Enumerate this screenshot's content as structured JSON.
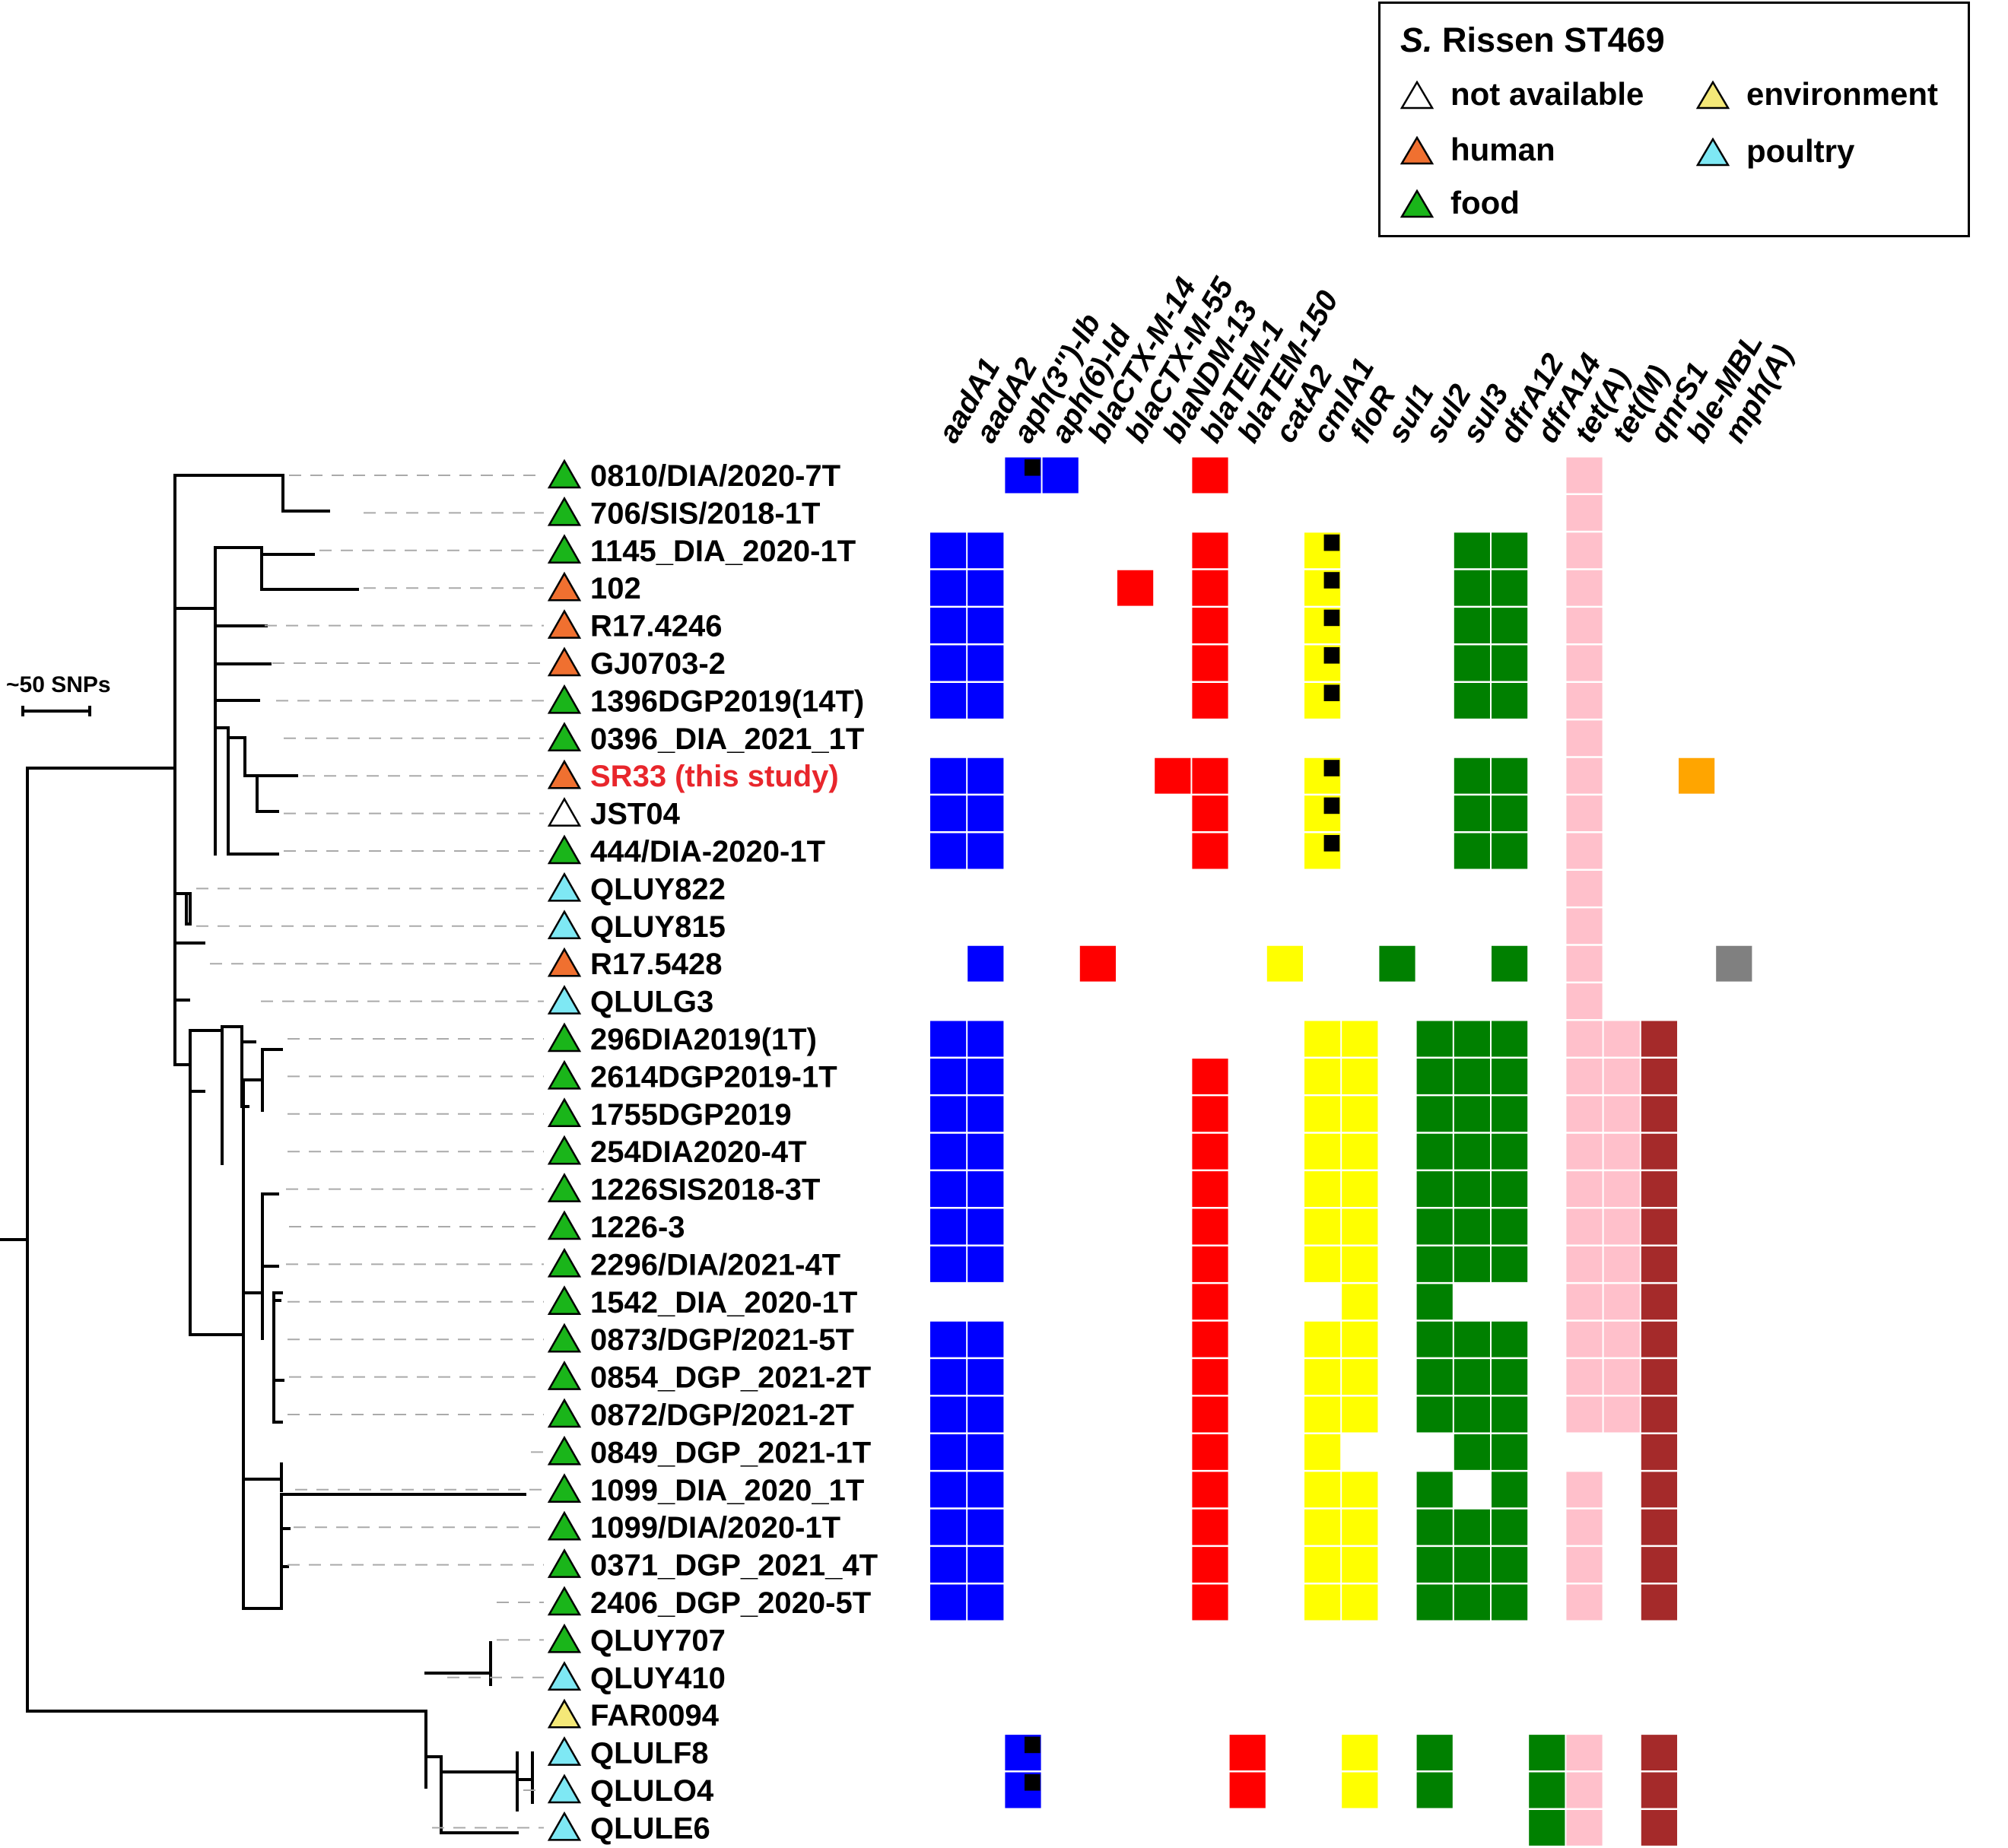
{
  "legend": {
    "title_italic": "S.",
    "title_rest": "Rissen ST469",
    "items": [
      {
        "label": "not available",
        "color": "#ffffff"
      },
      {
        "label": "environment",
        "color": "#f4e878"
      },
      {
        "label": "human",
        "color": "#f07030"
      },
      {
        "label": "poultry",
        "color": "#7ee8f4"
      },
      {
        "label": "food",
        "color": "#1ab51a"
      }
    ]
  },
  "scale": {
    "label": "~50 SNPs"
  },
  "highlight_color": "#e8262c",
  "source_colors": {
    "food": "#1ab51a",
    "human": "#f07030",
    "poultry": "#7ee8f4",
    "environment": "#f4e878",
    "na": "#ffffff"
  },
  "genes": [
    "aadA1",
    "aadA2",
    "aph(3'')-Ib",
    "aph(6)-Id",
    "blaCTX-M-14",
    "blaCTX-M-55",
    "blaNDM-13",
    "blaTEM-1",
    "blaTEM-150",
    "catA2",
    "cmlA1",
    "floR",
    "sul1",
    "sul2",
    "sul3",
    "dfrA12",
    "dfrA14",
    "tet(A)",
    "tet(M)",
    "qnrS1",
    "ble-MBL",
    "mph(A)"
  ],
  "gene_colors": [
    "#0000ff",
    "#0000ff",
    "#0000ff",
    "#0000ff",
    "#ff0000",
    "#ff0000",
    "#ff0000",
    "#ff0000",
    "#ff0000",
    "#ffff00",
    "#ffff00",
    "#ffff00",
    "#008000",
    "#008000",
    "#008000",
    "#008000",
    "#008000",
    "#ffc0cb",
    "#ffc0cb",
    "#a52a2a",
    "#ffa500",
    "#808080"
  ],
  "isolates": [
    {
      "name": "0810/DIA/2020-7T",
      "source": "food",
      "genes": [
        "aph(3'')-Ib",
        "aph(6)-Id",
        "blaTEM-1",
        "tet(A)"
      ],
      "marked": [
        "aph(3'')-Ib"
      ]
    },
    {
      "name": "706/SIS/2018-1T",
      "source": "food",
      "genes": [
        "tet(A)"
      ],
      "marked": []
    },
    {
      "name": "1145_DIA_2020-1T",
      "source": "food",
      "genes": [
        "aadA1",
        "aadA2",
        "blaTEM-1",
        "cmlA1",
        "sul3",
        "dfrA12",
        "tet(A)"
      ],
      "marked": [
        "cmlA1"
      ]
    },
    {
      "name": "102",
      "source": "human",
      "genes": [
        "aadA1",
        "aadA2",
        "blaCTX-M-55",
        "blaTEM-1",
        "cmlA1",
        "sul3",
        "dfrA12",
        "tet(A)"
      ],
      "marked": [
        "cmlA1"
      ]
    },
    {
      "name": "R17.4246",
      "source": "human",
      "genes": [
        "aadA1",
        "aadA2",
        "blaTEM-1",
        "cmlA1",
        "sul3",
        "dfrA12",
        "tet(A)"
      ],
      "marked": [
        "cmlA1"
      ]
    },
    {
      "name": "GJ0703-2",
      "source": "human",
      "genes": [
        "aadA1",
        "aadA2",
        "blaTEM-1",
        "cmlA1",
        "sul3",
        "dfrA12",
        "tet(A)"
      ],
      "marked": [
        "cmlA1"
      ]
    },
    {
      "name": "1396DGP2019(14T)",
      "source": "food",
      "genes": [
        "aadA1",
        "aadA2",
        "blaTEM-1",
        "cmlA1",
        "sul3",
        "dfrA12",
        "tet(A)"
      ],
      "marked": [
        "cmlA1"
      ]
    },
    {
      "name": "0396_DIA_2021_1T",
      "source": "food",
      "genes": [
        "tet(A)"
      ],
      "marked": []
    },
    {
      "name": "SR33 (this study)",
      "source": "human",
      "highlight": true,
      "genes": [
        "aadA1",
        "aadA2",
        "blaNDM-13",
        "blaTEM-1",
        "cmlA1",
        "sul3",
        "dfrA12",
        "tet(A)",
        "ble-MBL"
      ],
      "marked": [
        "cmlA1"
      ]
    },
    {
      "name": "JST04",
      "source": "na",
      "genes": [
        "aadA1",
        "aadA2",
        "blaTEM-1",
        "cmlA1",
        "sul3",
        "dfrA12",
        "tet(A)"
      ],
      "marked": [
        "cmlA1"
      ]
    },
    {
      "name": "444/DIA-2020-1T",
      "source": "food",
      "genes": [
        "aadA1",
        "aadA2",
        "blaTEM-1",
        "cmlA1",
        "sul3",
        "dfrA12",
        "tet(A)"
      ],
      "marked": [
        "cmlA1"
      ]
    },
    {
      "name": "QLUY822",
      "source": "poultry",
      "genes": [
        "tet(A)"
      ],
      "marked": []
    },
    {
      "name": "QLUY815",
      "source": "poultry",
      "genes": [
        "tet(A)"
      ],
      "marked": []
    },
    {
      "name": "R17.5428",
      "source": "human",
      "genes": [
        "aadA2",
        "blaCTX-M-14",
        "catA2",
        "sul1",
        "dfrA12",
        "tet(A)",
        "mph(A)"
      ],
      "marked": []
    },
    {
      "name": "QLULG3",
      "source": "poultry",
      "genes": [
        "tet(A)"
      ],
      "marked": []
    },
    {
      "name": "296DIA2019(1T)",
      "source": "food",
      "genes": [
        "aadA1",
        "aadA2",
        "cmlA1",
        "floR",
        "sul2",
        "sul3",
        "dfrA12",
        "tet(A)",
        "tet(M)",
        "qnrS1"
      ],
      "marked": []
    },
    {
      "name": "2614DGP2019-1T",
      "source": "food",
      "genes": [
        "aadA1",
        "aadA2",
        "blaTEM-1",
        "cmlA1",
        "floR",
        "sul2",
        "sul3",
        "dfrA12",
        "tet(A)",
        "tet(M)",
        "qnrS1"
      ],
      "marked": []
    },
    {
      "name": "1755DGP2019",
      "source": "food",
      "genes": [
        "aadA1",
        "aadA2",
        "blaTEM-1",
        "cmlA1",
        "floR",
        "sul2",
        "sul3",
        "dfrA12",
        "tet(A)",
        "tet(M)",
        "qnrS1"
      ],
      "marked": []
    },
    {
      "name": "254DIA2020-4T",
      "source": "food",
      "genes": [
        "aadA1",
        "aadA2",
        "blaTEM-1",
        "cmlA1",
        "floR",
        "sul2",
        "sul3",
        "dfrA12",
        "tet(A)",
        "tet(M)",
        "qnrS1"
      ],
      "marked": []
    },
    {
      "name": "1226SIS2018-3T",
      "source": "food",
      "genes": [
        "aadA1",
        "aadA2",
        "blaTEM-1",
        "cmlA1",
        "floR",
        "sul2",
        "sul3",
        "dfrA12",
        "tet(A)",
        "tet(M)",
        "qnrS1"
      ],
      "marked": []
    },
    {
      "name": "1226-3",
      "source": "food",
      "genes": [
        "aadA1",
        "aadA2",
        "blaTEM-1",
        "cmlA1",
        "floR",
        "sul2",
        "sul3",
        "dfrA12",
        "tet(A)",
        "tet(M)",
        "qnrS1"
      ],
      "marked": []
    },
    {
      "name": "2296/DIA/2021-4T",
      "source": "food",
      "genes": [
        "aadA1",
        "aadA2",
        "blaTEM-1",
        "cmlA1",
        "floR",
        "sul2",
        "sul3",
        "dfrA12",
        "tet(A)",
        "tet(M)",
        "qnrS1"
      ],
      "marked": []
    },
    {
      "name": "1542_DIA_2020-1T",
      "source": "food",
      "genes": [
        "blaTEM-1",
        "floR",
        "sul2",
        "tet(A)",
        "tet(M)",
        "qnrS1"
      ],
      "marked": []
    },
    {
      "name": "0873/DGP/2021-5T",
      "source": "food",
      "genes": [
        "aadA1",
        "aadA2",
        "blaTEM-1",
        "cmlA1",
        "floR",
        "sul2",
        "sul3",
        "dfrA12",
        "tet(A)",
        "tet(M)",
        "qnrS1"
      ],
      "marked": []
    },
    {
      "name": "0854_DGP_2021-2T",
      "source": "food",
      "genes": [
        "aadA1",
        "aadA2",
        "blaTEM-1",
        "cmlA1",
        "floR",
        "sul2",
        "sul3",
        "dfrA12",
        "tet(A)",
        "tet(M)",
        "qnrS1"
      ],
      "marked": []
    },
    {
      "name": "0872/DGP/2021-2T",
      "source": "food",
      "genes": [
        "aadA1",
        "aadA2",
        "blaTEM-1",
        "cmlA1",
        "floR",
        "sul2",
        "sul3",
        "dfrA12",
        "tet(A)",
        "tet(M)",
        "qnrS1"
      ],
      "marked": []
    },
    {
      "name": "0849_DGP_2021-1T",
      "source": "food",
      "genes": [
        "aadA1",
        "aadA2",
        "blaTEM-1",
        "cmlA1",
        "sul3",
        "dfrA12",
        "qnrS1"
      ],
      "marked": []
    },
    {
      "name": "1099_DIA_2020_1T",
      "source": "food",
      "genes": [
        "aadA1",
        "aadA2",
        "blaTEM-1",
        "cmlA1",
        "floR",
        "sul2",
        "dfrA12",
        "tet(A)",
        "qnrS1"
      ],
      "marked": []
    },
    {
      "name": "1099/DIA/2020-1T",
      "source": "food",
      "genes": [
        "aadA1",
        "aadA2",
        "blaTEM-1",
        "cmlA1",
        "floR",
        "sul2",
        "sul3",
        "dfrA12",
        "tet(A)",
        "qnrS1"
      ],
      "marked": []
    },
    {
      "name": "0371_DGP_2021_4T",
      "source": "food",
      "genes": [
        "aadA1",
        "aadA2",
        "blaTEM-1",
        "cmlA1",
        "floR",
        "sul2",
        "sul3",
        "dfrA12",
        "tet(A)",
        "qnrS1"
      ],
      "marked": []
    },
    {
      "name": "2406_DGP_2020-5T",
      "source": "food",
      "genes": [
        "aadA1",
        "aadA2",
        "blaTEM-1",
        "cmlA1",
        "floR",
        "sul2",
        "sul3",
        "dfrA12",
        "tet(A)",
        "qnrS1"
      ],
      "marked": []
    },
    {
      "name": "QLUY707",
      "source": "food",
      "genes": [],
      "marked": []
    },
    {
      "name": "QLUY410",
      "source": "poultry",
      "genes": [],
      "marked": []
    },
    {
      "name": "FAR0094",
      "source": "environment",
      "genes": [],
      "marked": []
    },
    {
      "name": "QLULF8",
      "source": "poultry",
      "genes": [
        "aph(3'')-Ib",
        "blaTEM-150",
        "floR",
        "sul2",
        "dfrA14",
        "tet(A)",
        "qnrS1"
      ],
      "marked": [
        "aph(3'')-Ib"
      ]
    },
    {
      "name": "QLULO4",
      "source": "poultry",
      "genes": [
        "aph(3'')-Ib",
        "blaTEM-150",
        "floR",
        "sul2",
        "dfrA14",
        "tet(A)",
        "qnrS1"
      ],
      "marked": [
        "aph(3'')-Ib"
      ]
    },
    {
      "name": "QLULE6",
      "source": "poultry",
      "genes": [
        "dfrA14",
        "tet(A)",
        "qnrS1"
      ],
      "marked": []
    }
  ]
}
